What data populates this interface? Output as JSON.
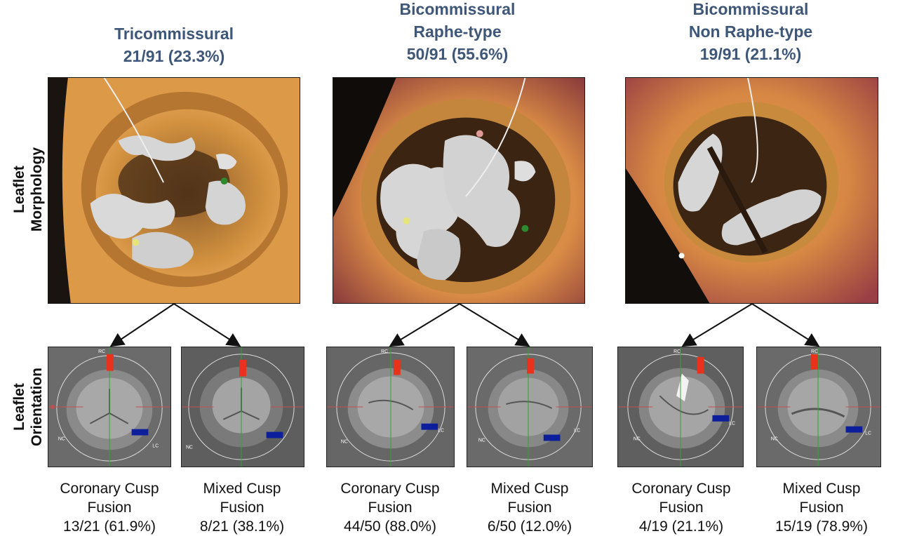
{
  "row_labels": {
    "morphology": [
      "Leaflet",
      "Morphology"
    ],
    "orientation": [
      "Leaflet",
      "Orientation"
    ]
  },
  "groups": [
    {
      "title_lines": [
        "Tricommissural",
        "21/91 (23.3%)"
      ],
      "orientations": [
        {
          "caption": [
            "Coronary Cusp",
            "Fusion",
            "13/21 (61.9%)"
          ]
        },
        {
          "caption": [
            "Mixed Cusp",
            "Fusion",
            "8/21 (38.1%)"
          ]
        }
      ]
    },
    {
      "title_lines": [
        "Bicommissural",
        "Raphe-type",
        "50/91 (55.6%)"
      ],
      "orientations": [
        {
          "caption": [
            "Coronary Cusp",
            "Fusion",
            "44/50 (88.0%)"
          ]
        },
        {
          "caption": [
            "Mixed Cusp",
            "Fusion",
            "6/50 (12.0%)"
          ]
        }
      ]
    },
    {
      "title_lines": [
        "Bicommissural",
        "Non Raphe-type",
        "19/91 (21.1%)"
      ],
      "orientations": [
        {
          "caption": [
            "Coronary Cusp",
            "Fusion",
            "4/19 (21.1%)"
          ]
        },
        {
          "caption": [
            "Mixed Cusp",
            "Fusion",
            "15/19 (78.9%)"
          ]
        }
      ]
    }
  ],
  "ct_labels": {
    "rc": "RC",
    "lc": "LC",
    "nc": "NC"
  },
  "colors": {
    "title": "#3e5677",
    "rc_marker": "#e8321c",
    "lc_marker": "#0c1e9c",
    "vertical_axis": "#2ea82e",
    "horizontal_axis": "#c05050",
    "tissue_orange": "#e3a351",
    "leaflet_gray": "#d8d8d8"
  }
}
